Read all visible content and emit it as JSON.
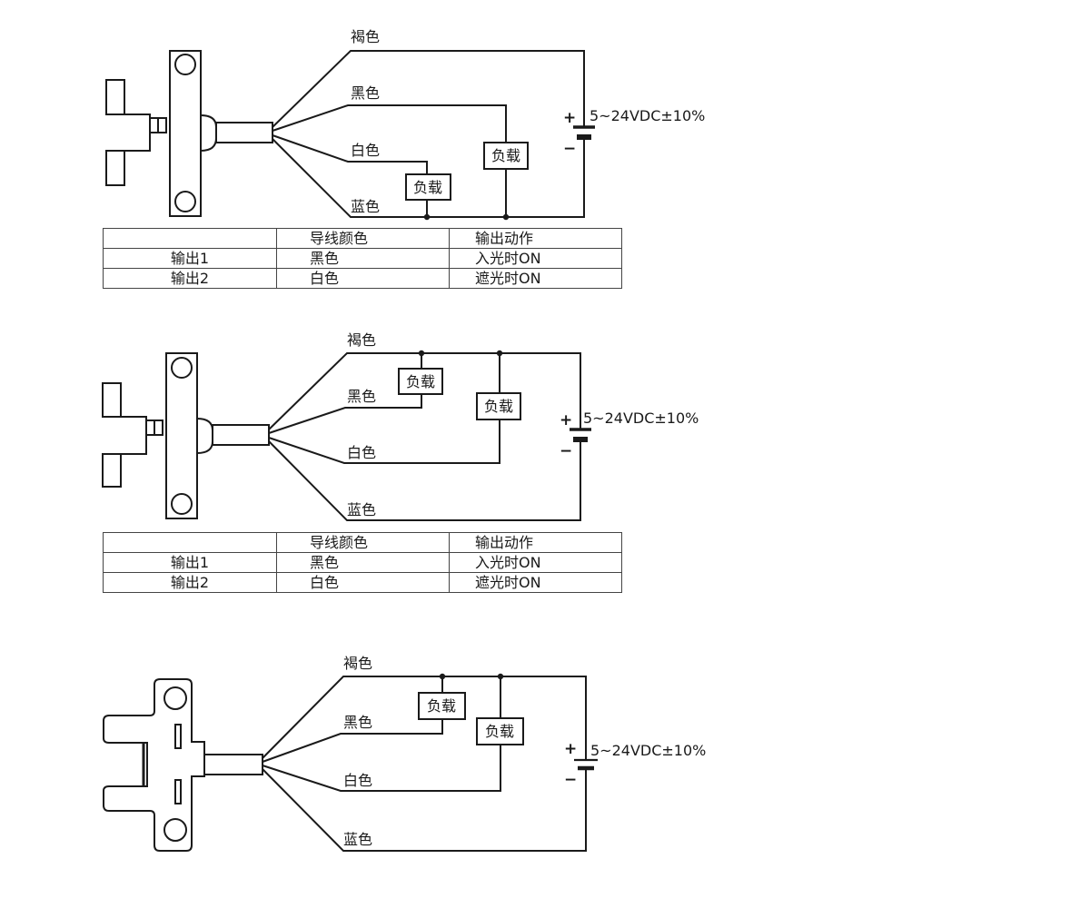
{
  "wire_labels": {
    "brown": "褐色",
    "black": "黑色",
    "white": "白色",
    "blue": "蓝色"
  },
  "load_label": "负载",
  "supply_label": "5~24VDC±10%",
  "plus_sign": "+",
  "minus_sign": "−",
  "table": {
    "header": [
      "",
      "导线颜色",
      "输出动作"
    ],
    "rows": [
      [
        "输出1",
        "黑色",
        "入光时ON"
      ],
      [
        "输出2",
        "白色",
        "遮光时ON"
      ]
    ]
  }
}
